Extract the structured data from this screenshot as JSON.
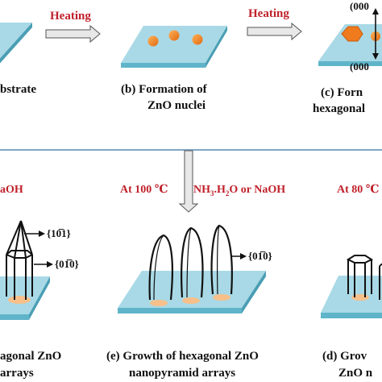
{
  "arrows": {
    "heating_1": "Heating",
    "heating_2": "Heating"
  },
  "captions": {
    "a": "bstrate",
    "b_line1": "(b) Formation of",
    "b_line2": "ZnO nuclei",
    "c_line1": "(c) Forn",
    "c_line2": "hexagonal",
    "left_line1": "agonal ZnO",
    "left_line2": "arrays",
    "e_line1": "(e) Growth of hexagonal ZnO",
    "e_line2": "nanopyramid arrays",
    "right_line1": "(d) Grov",
    "right_line2": "ZnO n"
  },
  "conditions": {
    "left": "aOH",
    "middle_temp": "At 100 ℃",
    "middle_reagent_a": "NH",
    "middle_sub_1": "3",
    "middle_reagent_b": ".H",
    "middle_sub_2": "2",
    "middle_reagent_c": "O or NaOH",
    "right_temp": "At 80 ℃"
  },
  "facets": {
    "c_top": "(000",
    "c_bottom": "(000",
    "left_top": "{10̅1}",
    "left_side": "{01̅0}",
    "middle": "{01̅0}"
  },
  "colors": {
    "substrate_top": "#a9d9e6",
    "substrate_front": "#5fb4c9",
    "nucleus": "#f0892a",
    "heating_text": "#c0202a",
    "arrow_fill": "#e8e8e8",
    "divider": "#7fa7c9"
  }
}
